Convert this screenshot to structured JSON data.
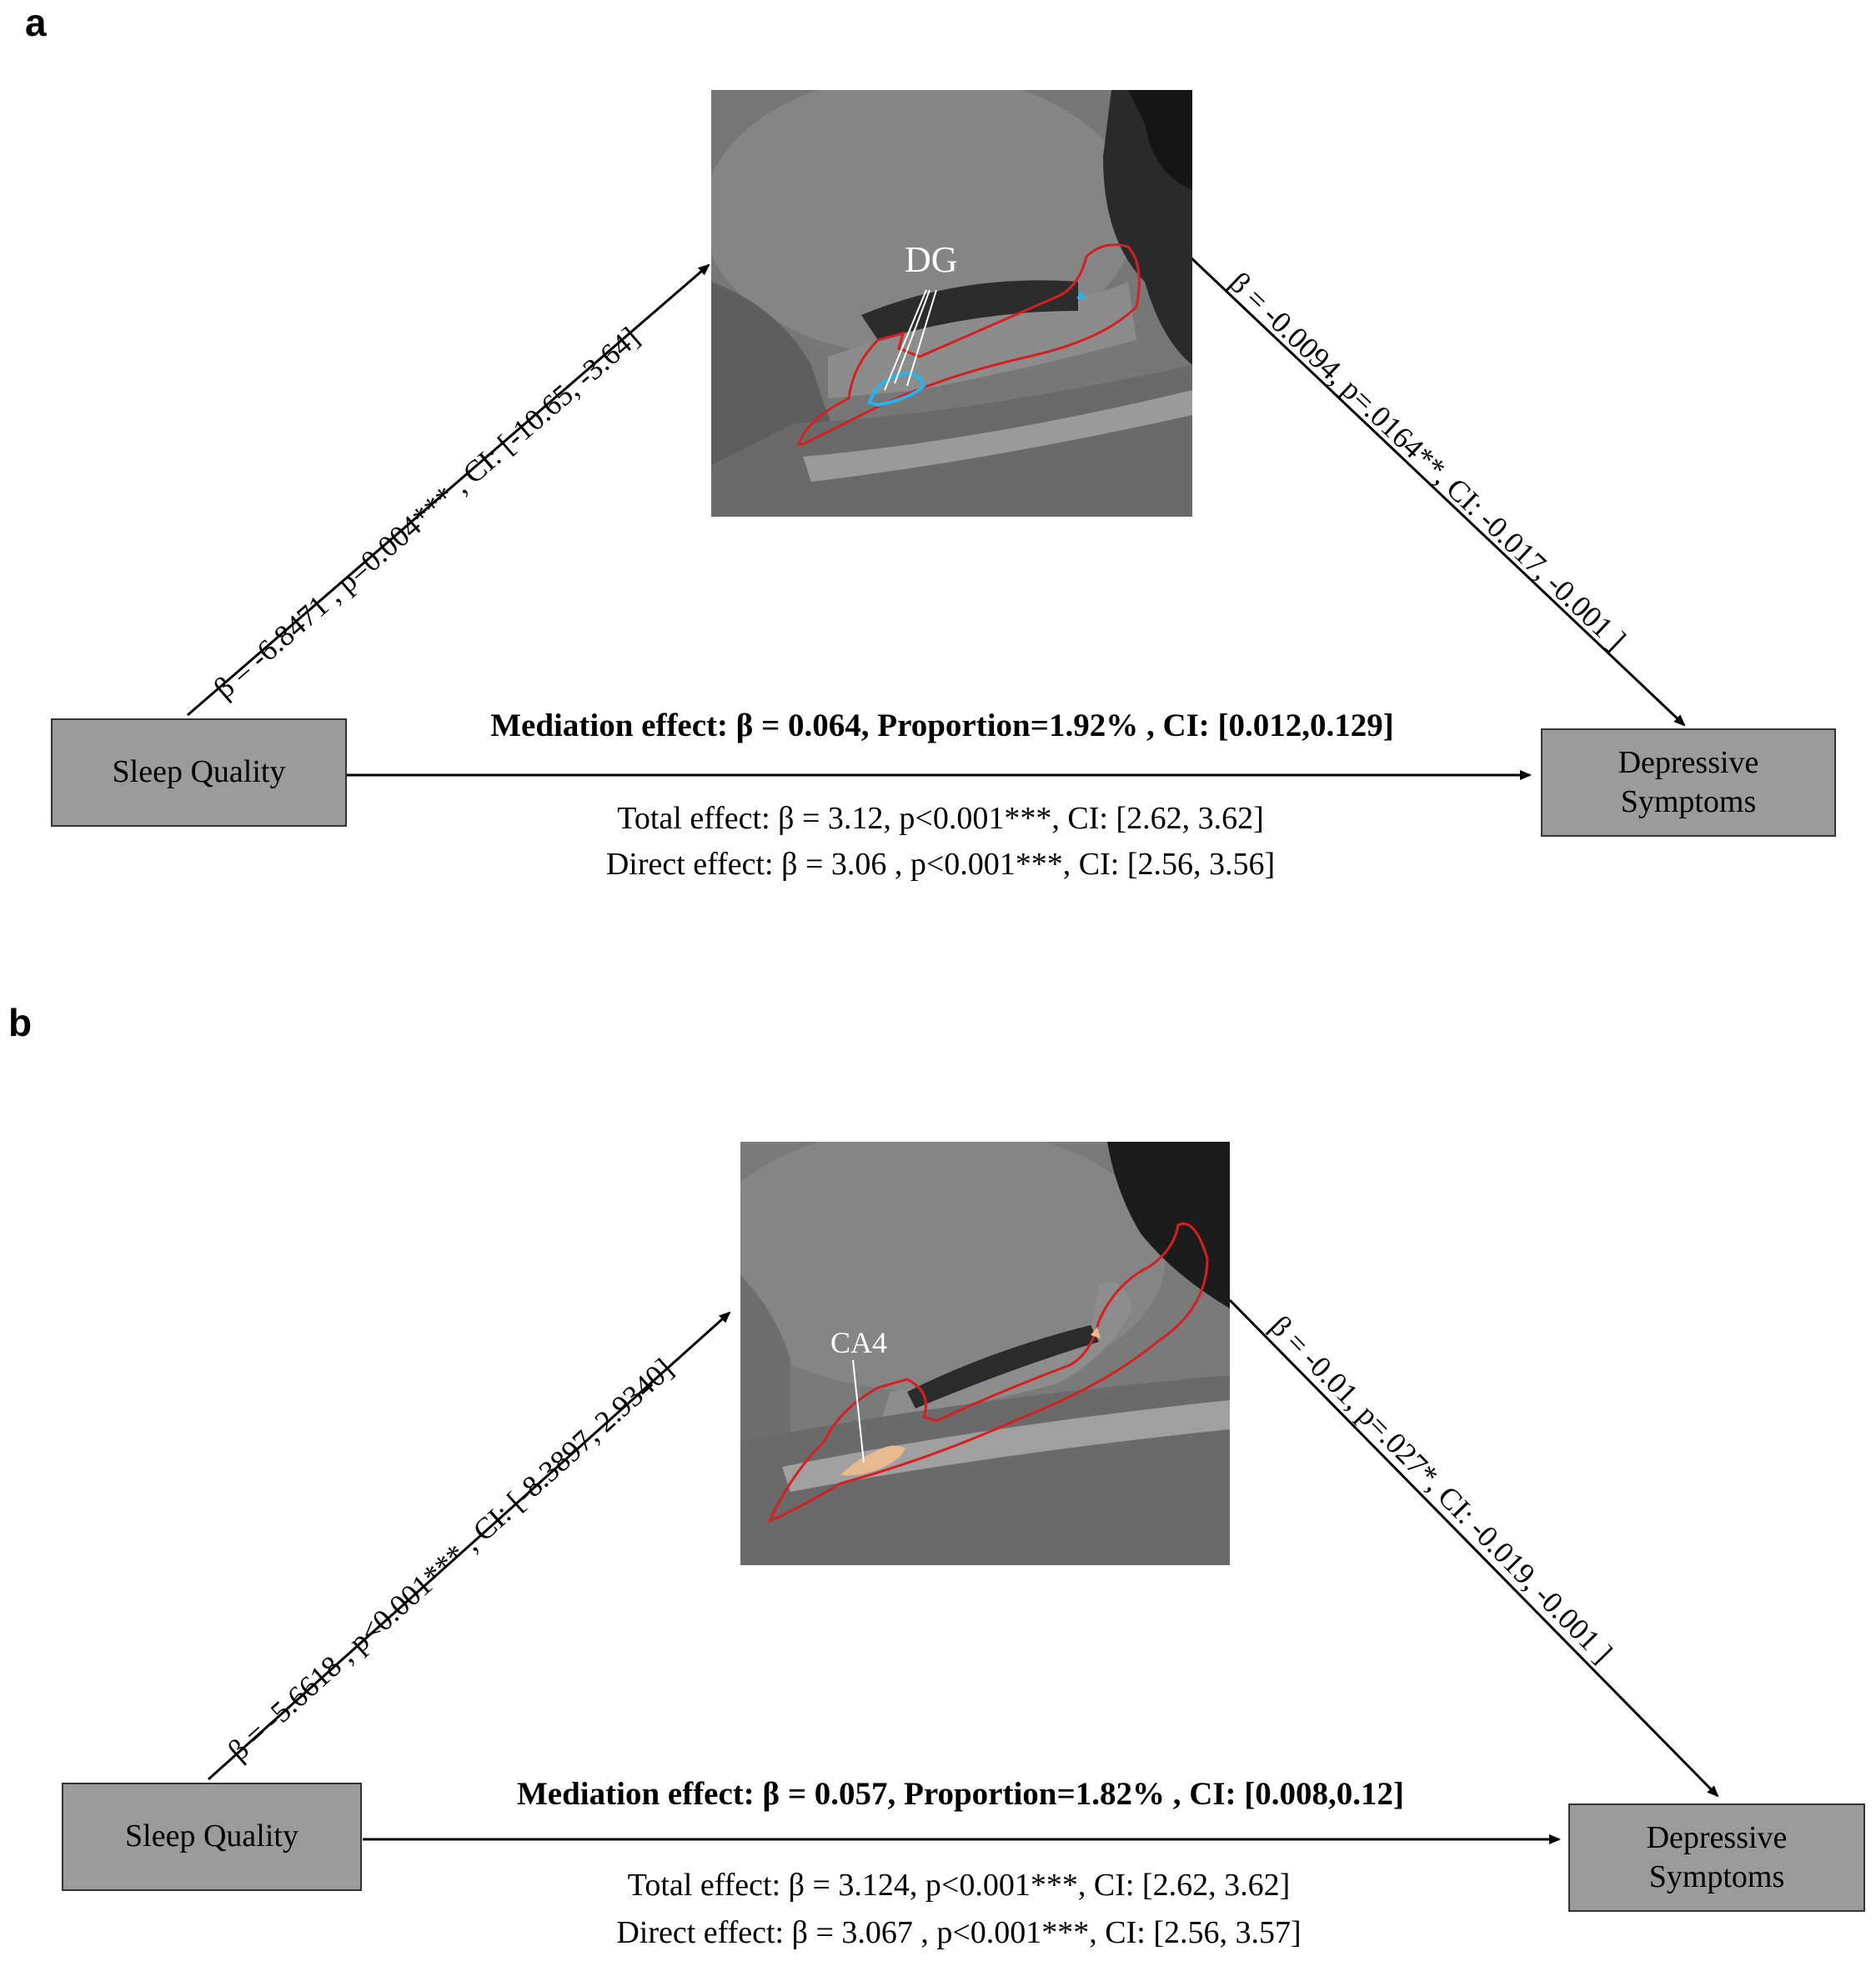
{
  "panels": [
    {
      "letter": "a",
      "source_node": "Sleep Quality",
      "target_node": "Depressive\nSymptoms",
      "roi_label": "DG",
      "roi_color": "#22b5f0",
      "outline_color": "#d42020",
      "path_a": "β = -6.8471 , p=0.004*** , CI: [-10.65, -3.64]",
      "path_b": "β = -0.0094, p=.0164**, CI: -0.017, -0.001 ]",
      "mediation": "Mediation effect: β = 0.064, Proportion=1.92% ,   CI: [0.012,0.129]",
      "total_effect": "Total effect: β = 3.12, p<0.001***, CI: [2.62, 3.62]",
      "direct_effect": "Direct effect:  β = 3.06 , p<0.001***, CI: [2.56, 3.56]"
    },
    {
      "letter": "b",
      "source_node": "Sleep Quality",
      "target_node": "Depressive\nSymptoms",
      "roi_label": "CA4",
      "roi_color": "#e8b88f",
      "outline_color": "#d42020",
      "path_a": "β = -5.6618 , p<0.001*** , CI: [-8.3897, 2.9340]",
      "path_b": "β = -0.01, p=.027*, CI: -0.019, -0.001 ]",
      "mediation": "Mediation effect: β = 0.057, Proportion=1.82% ,   CI: [0.008,0.12]",
      "total_effect": "Total effect: β = 3.124, p<0.001***, CI: [2.62, 3.62]",
      "direct_effect": "Direct effect:  β = 3.067 , p<0.001***, CI: [2.56, 3.57]"
    }
  ]
}
